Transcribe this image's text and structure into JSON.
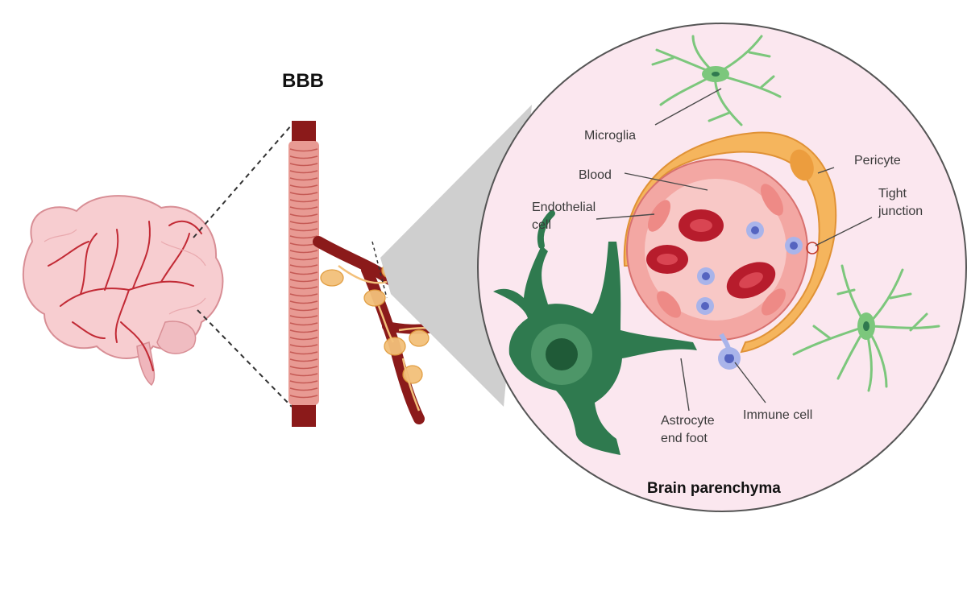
{
  "title": "BBB",
  "inset_title": "Brain parenchyma",
  "labels": {
    "microglia": "Microglia",
    "blood": "Blood",
    "pericyte": "Pericyte",
    "endothelial_line1": "Endothelial",
    "endothelial_line2": "cell",
    "tight_line1": "Tight",
    "tight_line2": "junction",
    "astrocyte_line1": "Astrocyte",
    "astrocyte_line2": "end foot",
    "immune_cell": "Immune cell"
  },
  "colors": {
    "vessel": "#c0392b",
    "vessel_dark": "#8b1a1a",
    "brain": "#f6c9cc",
    "inset_bg": "#fbe7ef",
    "pericyte": "#f5b55d",
    "microglia": "#7cc77c",
    "astrocyte": "#2f7a4f",
    "immune": "#7f8ed6",
    "rbc": "#b71c2c"
  }
}
